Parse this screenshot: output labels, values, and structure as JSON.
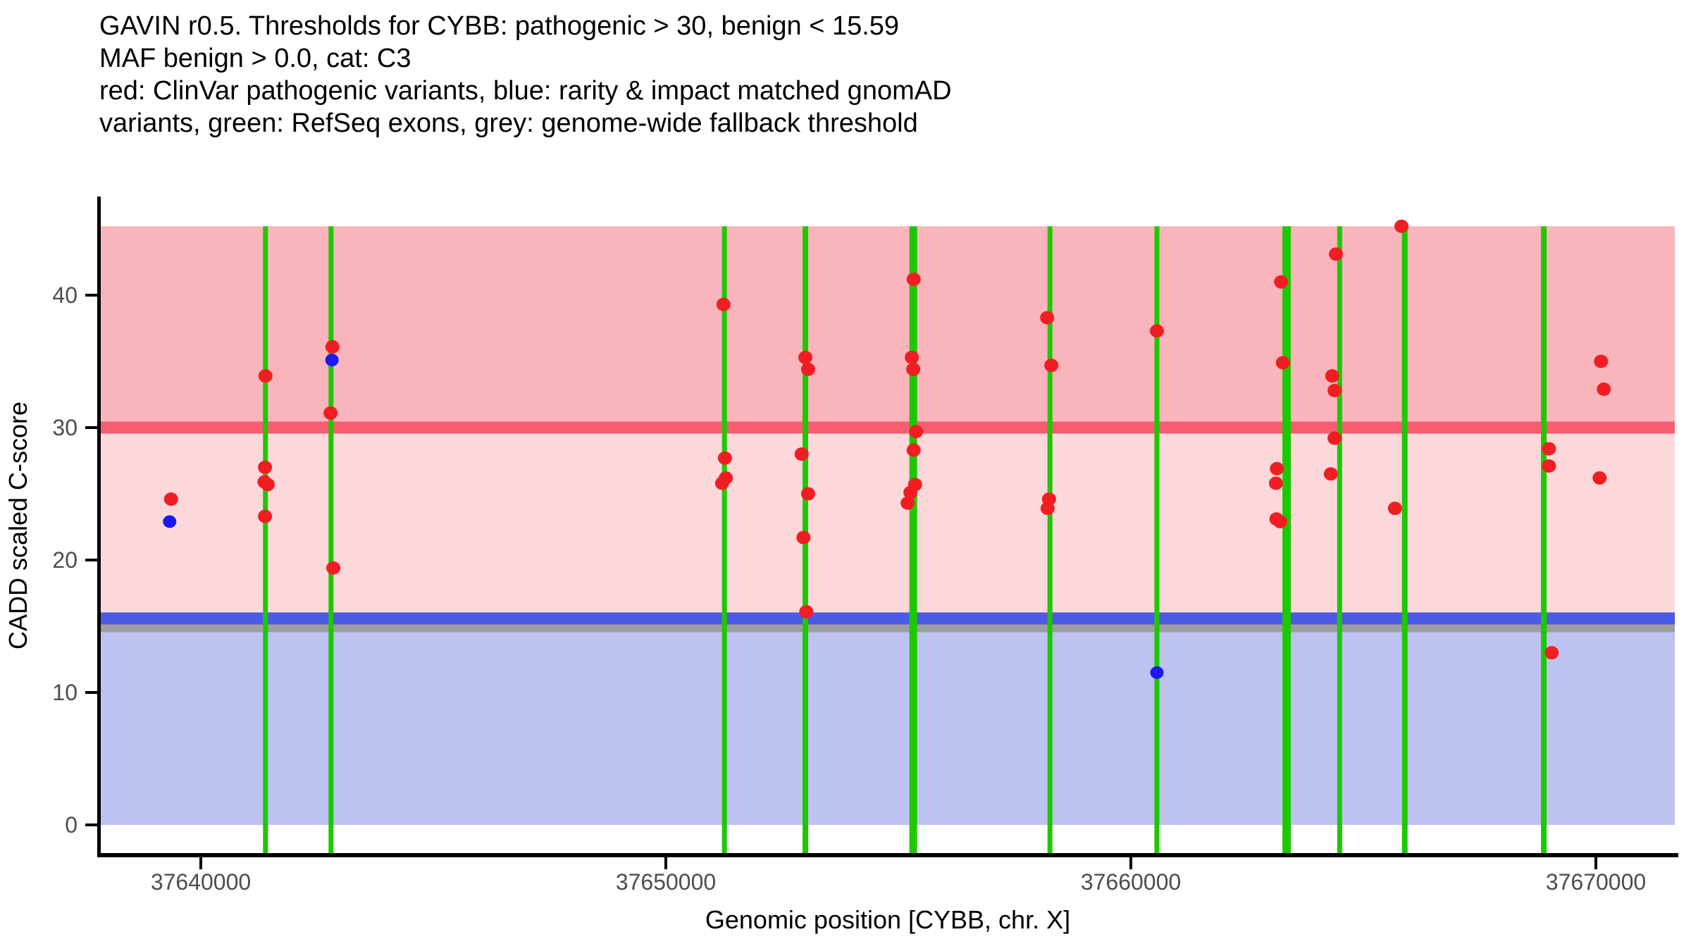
{
  "title_lines": [
    "GAVIN r0.5. Thresholds for CYBB: pathogenic > 30, benign < 15.59",
    "MAF benign > 0.0, cat: C3",
    "red: ClinVar pathogenic variants, blue: rarity & impact matched gnomAD",
    "variants, green: RefSeq exons, grey: genome-wide fallback threshold"
  ],
  "thresholds": {
    "gene": "CYBB",
    "gavin_release": "r0.5",
    "pathogenic_above": 30,
    "benign_below": 15.59,
    "maf_benign_above": 0.0,
    "category": "C3",
    "genome_wide_fallback": 15.0
  },
  "colors": {
    "region_pathogenic": "#FAB5BC",
    "region_vus": "#FDD8DB",
    "region_benign": "#BDC2F1",
    "line_pathogenic": "#F85C70",
    "line_benign": "#4C5BE6",
    "line_fallback": "#9E9E9E",
    "exon_green": "#1EC800",
    "dot_red": "#F01E23",
    "dot_blue": "#1A1AF0",
    "axis_text": "#4D4D4D",
    "axis_line": "#000000"
  },
  "chart_data": {
    "type": "scatter",
    "title": "GAVIN r0.5. Thresholds for CYBB: pathogenic > 30, benign < 15.59 | MAF benign > 0.0, cat: C3",
    "xlabel": "Genomic position [CYBB, chr. X]",
    "ylabel": "CADD scaled C-score",
    "x_axis": {
      "ticks": [
        37640000,
        37650000,
        37660000,
        37670000
      ],
      "tick_labels": [
        "37640000",
        "37650000",
        "37660000",
        "37670000"
      ],
      "range": [
        37637850,
        37671700
      ]
    },
    "y_axis": {
      "ticks": [
        0,
        10,
        20,
        30,
        40
      ],
      "tick_labels": [
        "0",
        "10",
        "20",
        "30",
        "40"
      ],
      "range": [
        -2.3,
        47.4
      ]
    },
    "grid": false,
    "legend_position": "none",
    "shaded_regions": [
      {
        "name": "pathogenic-zone",
        "from": 30,
        "to": 45.2,
        "color_key": "region_pathogenic"
      },
      {
        "name": "vus-zone",
        "from": 15.59,
        "to": 30,
        "color_key": "region_vus"
      },
      {
        "name": "benign-zone",
        "from": 0,
        "to": 15.59,
        "color_key": "region_benign"
      }
    ],
    "threshold_lines": [
      {
        "name": "genome-wide-fallback",
        "value": 15.0,
        "color_key": "line_fallback"
      },
      {
        "name": "benign-threshold",
        "value": 15.59,
        "color_key": "line_benign"
      },
      {
        "name": "pathogenic-threshold",
        "value": 30,
        "color_key": "line_pathogenic"
      }
    ],
    "exons": [
      {
        "pos": 37641390,
        "width_bp": 106
      },
      {
        "pos": 37642800,
        "width_bp": 106
      },
      {
        "pos": 37651260,
        "width_bp": 106
      },
      {
        "pos": 37653000,
        "width_bp": 121
      },
      {
        "pos": 37655320,
        "width_bp": 167
      },
      {
        "pos": 37658260,
        "width_bp": 106
      },
      {
        "pos": 37660560,
        "width_bp": 106
      },
      {
        "pos": 37663350,
        "width_bp": 182
      },
      {
        "pos": 37664490,
        "width_bp": 106
      },
      {
        "pos": 37665890,
        "width_bp": 121
      },
      {
        "pos": 37668880,
        "width_bp": 121
      }
    ],
    "series": [
      {
        "name": "ClinVar pathogenic variants",
        "color_key": "dot_red",
        "points": [
          {
            "pos": 37639360,
            "score": 24.6
          },
          {
            "pos": 37641390,
            "score": 33.9
          },
          {
            "pos": 37641380,
            "score": 27.0
          },
          {
            "pos": 37641370,
            "score": 25.9
          },
          {
            "pos": 37641440,
            "score": 25.7
          },
          {
            "pos": 37641380,
            "score": 23.3
          },
          {
            "pos": 37642830,
            "score": 36.1
          },
          {
            "pos": 37642790,
            "score": 31.1
          },
          {
            "pos": 37642850,
            "score": 19.4
          },
          {
            "pos": 37651240,
            "score": 39.3
          },
          {
            "pos": 37651270,
            "score": 27.7
          },
          {
            "pos": 37651290,
            "score": 26.2
          },
          {
            "pos": 37651210,
            "score": 25.8
          },
          {
            "pos": 37653000,
            "score": 35.3
          },
          {
            "pos": 37653060,
            "score": 34.4
          },
          {
            "pos": 37652920,
            "score": 28.0
          },
          {
            "pos": 37653060,
            "score": 25.0
          },
          {
            "pos": 37652960,
            "score": 21.7
          },
          {
            "pos": 37653020,
            "score": 16.1
          },
          {
            "pos": 37655330,
            "score": 41.2
          },
          {
            "pos": 37655290,
            "score": 35.3
          },
          {
            "pos": 37655320,
            "score": 34.4
          },
          {
            "pos": 37655380,
            "score": 29.7
          },
          {
            "pos": 37655330,
            "score": 28.3
          },
          {
            "pos": 37655360,
            "score": 25.7
          },
          {
            "pos": 37655260,
            "score": 25.1
          },
          {
            "pos": 37655200,
            "score": 24.3
          },
          {
            "pos": 37658200,
            "score": 38.3
          },
          {
            "pos": 37658290,
            "score": 34.7
          },
          {
            "pos": 37658240,
            "score": 24.6
          },
          {
            "pos": 37658210,
            "score": 23.9
          },
          {
            "pos": 37660560,
            "score": 37.3
          },
          {
            "pos": 37663230,
            "score": 41.0
          },
          {
            "pos": 37663270,
            "score": 34.9
          },
          {
            "pos": 37663140,
            "score": 26.9
          },
          {
            "pos": 37663120,
            "score": 25.8
          },
          {
            "pos": 37663130,
            "score": 23.1
          },
          {
            "pos": 37663210,
            "score": 22.9
          },
          {
            "pos": 37664410,
            "score": 43.1
          },
          {
            "pos": 37664330,
            "score": 33.9
          },
          {
            "pos": 37664380,
            "score": 32.8
          },
          {
            "pos": 37664380,
            "score": 29.2
          },
          {
            "pos": 37664300,
            "score": 26.5
          },
          {
            "pos": 37665820,
            "score": 45.2
          },
          {
            "pos": 37665680,
            "score": 23.9
          },
          {
            "pos": 37668990,
            "score": 28.4
          },
          {
            "pos": 37668990,
            "score": 27.1
          },
          {
            "pos": 37669050,
            "score": 13.0
          },
          {
            "pos": 37670110,
            "score": 35.0
          },
          {
            "pos": 37670170,
            "score": 32.9
          },
          {
            "pos": 37670080,
            "score": 26.2
          }
        ]
      },
      {
        "name": "rarity & impact matched gnomAD variants",
        "color_key": "dot_blue",
        "points": [
          {
            "pos": 37639330,
            "score": 22.9
          },
          {
            "pos": 37642820,
            "score": 35.1
          },
          {
            "pos": 37660560,
            "score": 11.5
          }
        ]
      }
    ]
  }
}
